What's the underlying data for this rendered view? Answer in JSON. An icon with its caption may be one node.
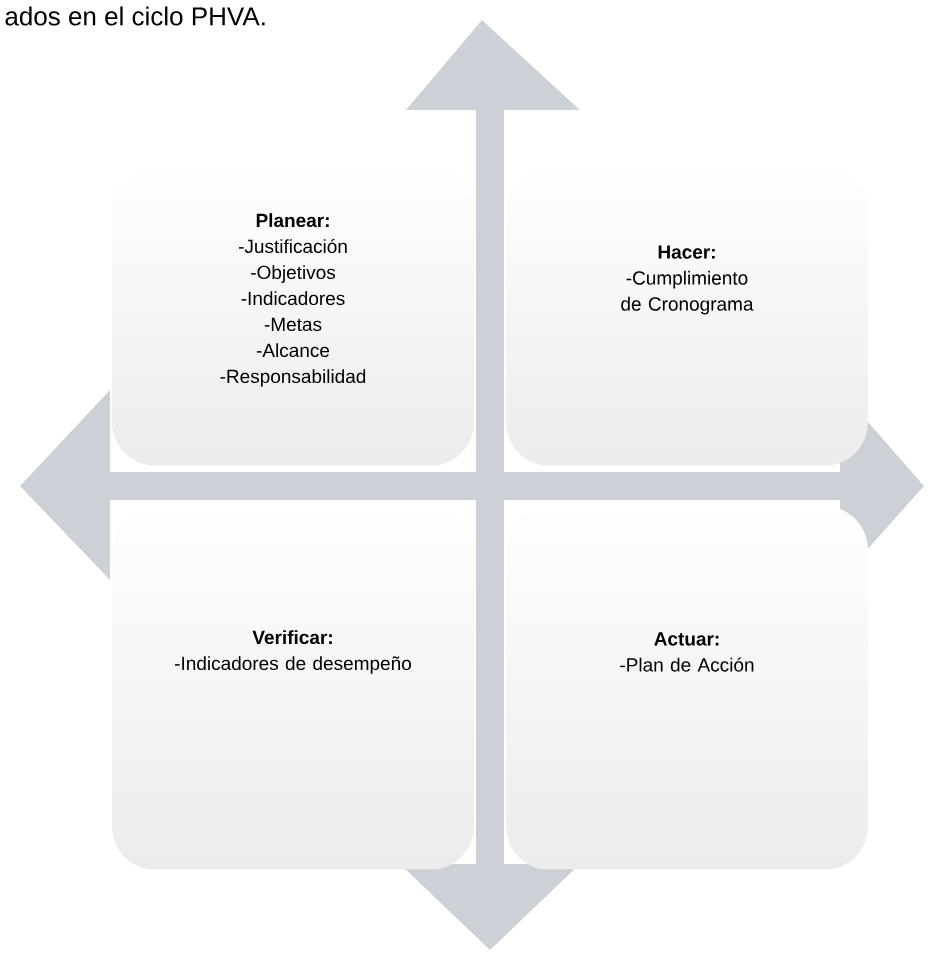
{
  "diagram": {
    "nodes": [
      {
        "text": [
          "Planear:",
          "-Justificación",
          "-Objetivos",
          "-Indicadores",
          "-Metas",
          "-Alcance",
          "-Responsabilidad"
        ]
      },
      {
        "text": [
          "Hacer:",
          "-Cumplimiento de Cronograma"
        ]
      },
      {
        "text": [
          "Verificar:",
          "-Indicadores de desempeño"
        ]
      },
      {
        "text": [
          "Actuar:",
          "-Plan de Acción"
        ]
      }
    ],
    "labels": [
      "ados en el ciclo PHVA."
    ]
  }
}
